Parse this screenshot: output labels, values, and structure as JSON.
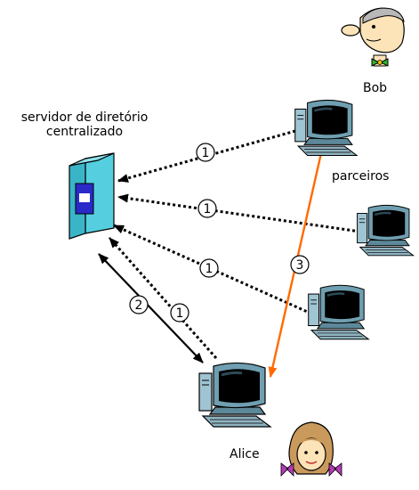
{
  "labels": {
    "server_line1": "servidor de diretório",
    "server_line2": "centralizado",
    "bob": "Bob",
    "peers": "parceiros",
    "alice": "Alice"
  },
  "steps": {
    "one": "1",
    "two": "2",
    "three": "3"
  },
  "colors": {
    "query_arrow": "#000000",
    "transfer_arrow": "#ff6a00",
    "server_body": "#55cfe0",
    "monitor_screen": "#000000",
    "monitor_body": "#7aa7b8"
  },
  "icons": [
    "server-icon",
    "computer-icon",
    "person-bob-icon",
    "person-alice-icon"
  ]
}
